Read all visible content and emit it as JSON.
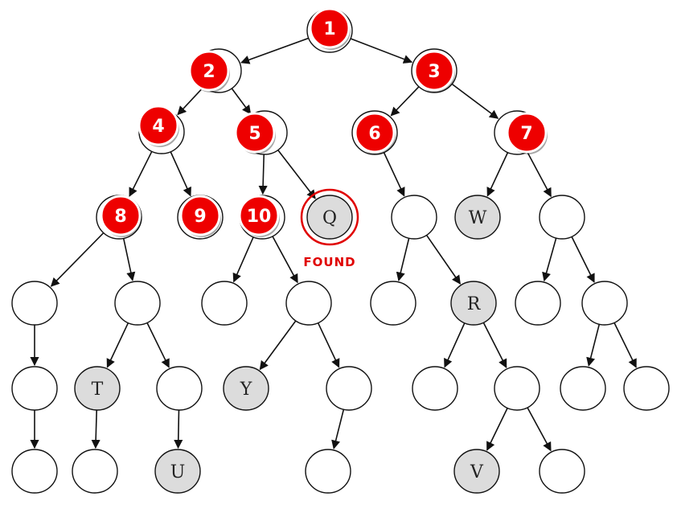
{
  "colors": {
    "badge": "#ee0000",
    "badge_stroke": "#ffffff",
    "filled_node": "#dcdcdc",
    "plain_node": "#ffffff",
    "edge": "#111111",
    "found": "#e00000"
  },
  "found_text": "FOUND",
  "nodes": [
    {
      "id": "n1",
      "label": "",
      "filled": false,
      "badge": "1"
    },
    {
      "id": "n2",
      "label": "",
      "filled": false,
      "badge": "2"
    },
    {
      "id": "n3",
      "label": "",
      "filled": false,
      "badge": "3"
    },
    {
      "id": "n4",
      "label": "",
      "filled": false,
      "badge": "4"
    },
    {
      "id": "n5",
      "label": "",
      "filled": false,
      "badge": "5"
    },
    {
      "id": "n6",
      "label": "",
      "filled": false,
      "badge": "6"
    },
    {
      "id": "n7",
      "label": "",
      "filled": false,
      "badge": "7"
    },
    {
      "id": "n8",
      "label": "",
      "filled": false,
      "badge": "8"
    },
    {
      "id": "n9",
      "label": "",
      "filled": false,
      "badge": "9"
    },
    {
      "id": "n10",
      "label": "",
      "filled": false,
      "badge": "10"
    },
    {
      "id": "q",
      "label": "Q",
      "filled": true,
      "badge": "",
      "found": true
    },
    {
      "id": "a6",
      "label": "",
      "filled": false,
      "badge": ""
    },
    {
      "id": "w",
      "label": "W",
      "filled": true,
      "badge": ""
    },
    {
      "id": "a7",
      "label": "",
      "filled": false,
      "badge": ""
    },
    {
      "id": "b1",
      "label": "",
      "filled": false,
      "badge": ""
    },
    {
      "id": "b2",
      "label": "",
      "filled": false,
      "badge": ""
    },
    {
      "id": "b3",
      "label": "",
      "filled": false,
      "badge": ""
    },
    {
      "id": "b4",
      "label": "",
      "filled": false,
      "badge": ""
    },
    {
      "id": "b5",
      "label": "",
      "filled": false,
      "badge": ""
    },
    {
      "id": "r",
      "label": "R",
      "filled": true,
      "badge": ""
    },
    {
      "id": "b7",
      "label": "",
      "filled": false,
      "badge": ""
    },
    {
      "id": "b8",
      "label": "",
      "filled": false,
      "badge": ""
    },
    {
      "id": "c1",
      "label": "",
      "filled": false,
      "badge": ""
    },
    {
      "id": "t",
      "label": "T",
      "filled": true,
      "badge": ""
    },
    {
      "id": "c3",
      "label": "",
      "filled": false,
      "badge": ""
    },
    {
      "id": "y",
      "label": "Y",
      "filled": true,
      "badge": ""
    },
    {
      "id": "c5",
      "label": "",
      "filled": false,
      "badge": ""
    },
    {
      "id": "c6",
      "label": "",
      "filled": false,
      "badge": ""
    },
    {
      "id": "c7",
      "label": "",
      "filled": false,
      "badge": ""
    },
    {
      "id": "c8",
      "label": "",
      "filled": false,
      "badge": ""
    },
    {
      "id": "c9",
      "label": "",
      "filled": false,
      "badge": ""
    },
    {
      "id": "d1",
      "label": "",
      "filled": false,
      "badge": ""
    },
    {
      "id": "d2",
      "label": "",
      "filled": false,
      "badge": ""
    },
    {
      "id": "u",
      "label": "U",
      "filled": true,
      "badge": ""
    },
    {
      "id": "d4",
      "label": "",
      "filled": false,
      "badge": ""
    },
    {
      "id": "v",
      "label": "V",
      "filled": true,
      "badge": ""
    },
    {
      "id": "d6",
      "label": "",
      "filled": false,
      "badge": ""
    }
  ],
  "edges": [
    [
      "n1",
      "n2"
    ],
    [
      "n1",
      "n3"
    ],
    [
      "n2",
      "n4"
    ],
    [
      "n2",
      "n5"
    ],
    [
      "n3",
      "n6"
    ],
    [
      "n3",
      "n7"
    ],
    [
      "n4",
      "n8"
    ],
    [
      "n4",
      "n9"
    ],
    [
      "n5",
      "n10"
    ],
    [
      "n5",
      "q"
    ],
    [
      "n6",
      "a6"
    ],
    [
      "n7",
      "w"
    ],
    [
      "n7",
      "a7"
    ],
    [
      "n8",
      "b1"
    ],
    [
      "n8",
      "b2"
    ],
    [
      "n10",
      "b3"
    ],
    [
      "n10",
      "b4"
    ],
    [
      "a6",
      "b5"
    ],
    [
      "a6",
      "r"
    ],
    [
      "a7",
      "b7"
    ],
    [
      "a7",
      "b8"
    ],
    [
      "b1",
      "c1"
    ],
    [
      "b2",
      "t"
    ],
    [
      "b2",
      "c3"
    ],
    [
      "b4",
      "y"
    ],
    [
      "b4",
      "c5"
    ],
    [
      "r",
      "c6"
    ],
    [
      "r",
      "c7"
    ],
    [
      "b8",
      "c8"
    ],
    [
      "b8",
      "c9"
    ],
    [
      "c1",
      "d1"
    ],
    [
      "t",
      "d2"
    ],
    [
      "c3",
      "u"
    ],
    [
      "c5",
      "d4"
    ],
    [
      "c7",
      "v"
    ],
    [
      "c7",
      "d6"
    ]
  ]
}
